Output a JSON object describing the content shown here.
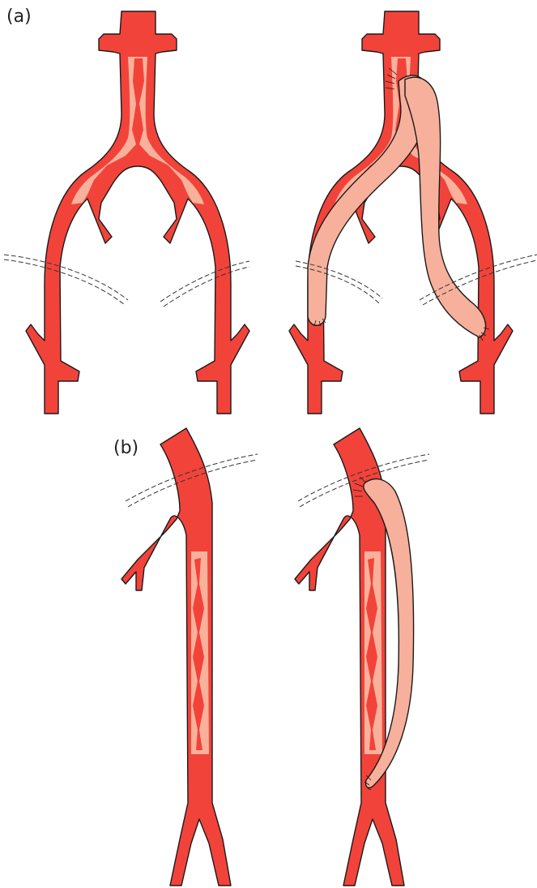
{
  "labels": {
    "a": "(a)",
    "b": "(b)"
  },
  "colors": {
    "artery": "#f2433a",
    "plaque": "#f9b19b",
    "graft": "#f7b09b",
    "outline": "#1a1a1a",
    "background": "#ffffff"
  },
  "panels": [
    {
      "id": "a",
      "views": [
        "before",
        "after-bypass-graft"
      ]
    },
    {
      "id": "b",
      "views": [
        "before",
        "after-bypass-graft"
      ]
    }
  ]
}
